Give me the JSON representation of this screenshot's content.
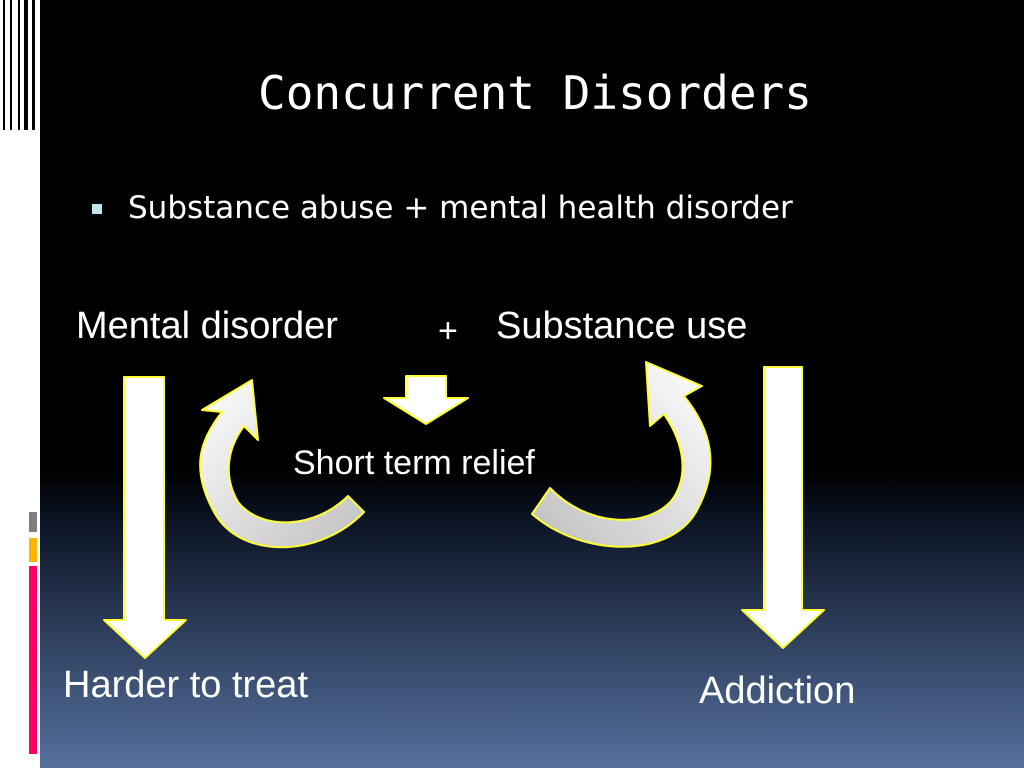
{
  "slide": {
    "title": "Concurrent Disorders",
    "bullets": [
      {
        "text": "Substance abuse + mental health disorder"
      }
    ]
  },
  "diagram": {
    "nodes": {
      "mental_disorder": "Mental disorder",
      "plus": "+",
      "substance_use": "Substance use",
      "short_term_relief": "Short term relief",
      "harder_to_treat": "Harder to treat",
      "addiction": "Addiction"
    },
    "edges": [
      {
        "from": "mental_disorder",
        "to": "harder_to_treat"
      },
      {
        "from": "short_term_relief",
        "to": "mental_disorder"
      },
      {
        "from": "plus",
        "to": "short_term_relief"
      },
      {
        "from": "short_term_relief",
        "to": "substance_use"
      },
      {
        "from": "substance_use",
        "to": "addiction"
      }
    ]
  },
  "colors": {
    "background": "#000000",
    "gradient_bottom": "#56709c",
    "arrow_fill": "#ffffff",
    "arrow_stroke": "#ffff33",
    "curved_arrow_inner": "#bfbfbf",
    "bullet": "#bfe6ef",
    "accent_gray": "#7f7f7f",
    "accent_orange": "#ffb400",
    "accent_pink": "#ff0066"
  }
}
